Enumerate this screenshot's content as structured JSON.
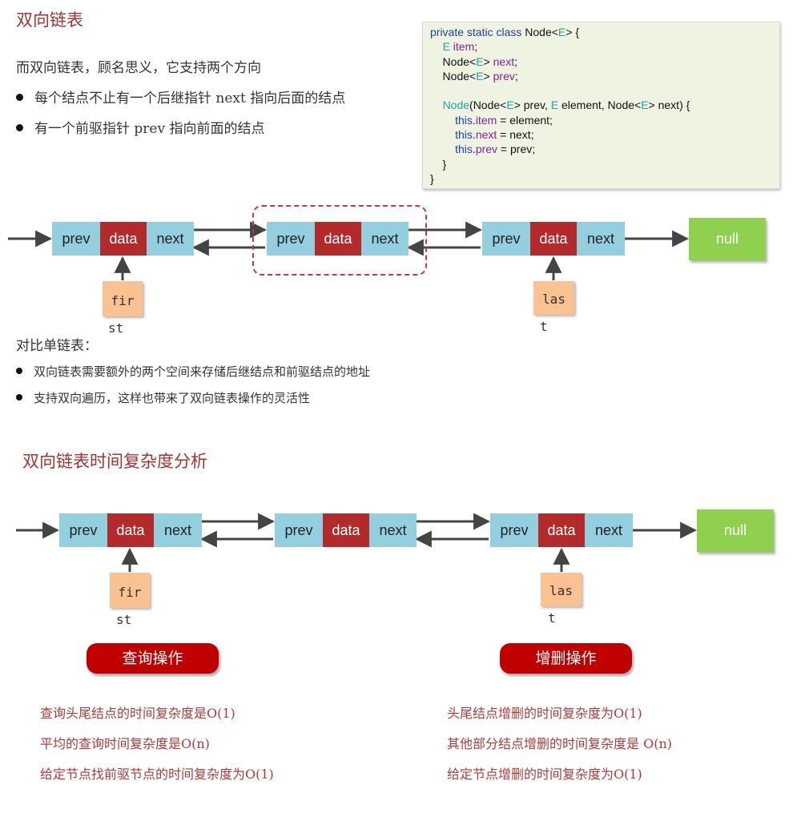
{
  "section1": {
    "title": "双向链表",
    "intro": "而双向链表，顾名思义，它支持两个方向",
    "bullets": [
      "每个结点不止有一个后继指针 next 指向后面的结点",
      "有一个前驱指针 prev 指向前面的结点"
    ]
  },
  "code": {
    "lines": [
      [
        {
          "t": "private static class ",
          "c": "kw"
        },
        {
          "t": "Node<",
          "c": ""
        },
        {
          "t": "E",
          "c": "ty"
        },
        {
          "t": "> {",
          "c": ""
        }
      ],
      [
        {
          "t": "    ",
          "c": ""
        },
        {
          "t": "E ",
          "c": "ty"
        },
        {
          "t": "item",
          "c": "fd"
        },
        {
          "t": ";",
          "c": ""
        }
      ],
      [
        {
          "t": "    Node<",
          "c": ""
        },
        {
          "t": "E",
          "c": "ty"
        },
        {
          "t": "> ",
          "c": ""
        },
        {
          "t": "next",
          "c": "fd"
        },
        {
          "t": ";",
          "c": ""
        }
      ],
      [
        {
          "t": "    Node<",
          "c": ""
        },
        {
          "t": "E",
          "c": "ty"
        },
        {
          "t": "> ",
          "c": ""
        },
        {
          "t": "prev",
          "c": "fd"
        },
        {
          "t": ";",
          "c": ""
        }
      ],
      [
        {
          "t": "",
          "c": ""
        }
      ],
      [
        {
          "t": "    ",
          "c": ""
        },
        {
          "t": "Node",
          "c": "ty"
        },
        {
          "t": "(Node<",
          "c": ""
        },
        {
          "t": "E",
          "c": "ty"
        },
        {
          "t": "> prev, ",
          "c": ""
        },
        {
          "t": "E",
          "c": "ty"
        },
        {
          "t": " element, Node<",
          "c": ""
        },
        {
          "t": "E",
          "c": "ty"
        },
        {
          "t": "> next) {",
          "c": ""
        }
      ],
      [
        {
          "t": "        ",
          "c": ""
        },
        {
          "t": "this",
          "c": "kw"
        },
        {
          "t": ".",
          "c": ""
        },
        {
          "t": "item",
          "c": "fd"
        },
        {
          "t": " = element;",
          "c": ""
        }
      ],
      [
        {
          "t": "        ",
          "c": ""
        },
        {
          "t": "this",
          "c": "kw"
        },
        {
          "t": ".",
          "c": ""
        },
        {
          "t": "next",
          "c": "fd"
        },
        {
          "t": " = next;",
          "c": ""
        }
      ],
      [
        {
          "t": "        ",
          "c": ""
        },
        {
          "t": "this",
          "c": "kw"
        },
        {
          "t": ".",
          "c": ""
        },
        {
          "t": "prev",
          "c": "fd"
        },
        {
          "t": " = prev;",
          "c": ""
        }
      ],
      [
        {
          "t": "    }",
          "c": ""
        }
      ],
      [
        {
          "t": "}",
          "c": ""
        }
      ]
    ]
  },
  "node_labels": {
    "prev": "prev",
    "data": "data",
    "next": "next",
    "null": "null"
  },
  "pointers": {
    "first_top": "fir",
    "first_tail": "st",
    "last_top": "las",
    "last_tail": "t"
  },
  "compare": {
    "heading": "对比单链表：",
    "bullets": [
      "双向链表需要额外的两个空间来存储后继结点和前驱结点的地址",
      "支持双向遍历，这样也带来了双向链表操作的灵活性"
    ]
  },
  "section2": {
    "title": "双向链表时间复杂度分析",
    "query_button": "查询操作",
    "modify_button": "增删操作",
    "query_lines": [
      "查询头尾结点的时间复杂度是O(1)",
      "平均的查询时间复杂度是O(n)",
      "给定节点找前驱节点的时间复杂度为O(1)"
    ],
    "modify_lines": [
      "头尾结点增删的时间复杂度为O(1)",
      "其他部分结点增删的时间复杂度是 O(n)",
      "给定节点增删的时间复杂度为O(1)"
    ]
  },
  "colors": {
    "title": "#a83232",
    "cell_side": "#93cfde",
    "cell_data": "#b22a2a",
    "null_box": "#8fd14f",
    "pointer_box": "#fbc291",
    "button": "#c00000"
  }
}
